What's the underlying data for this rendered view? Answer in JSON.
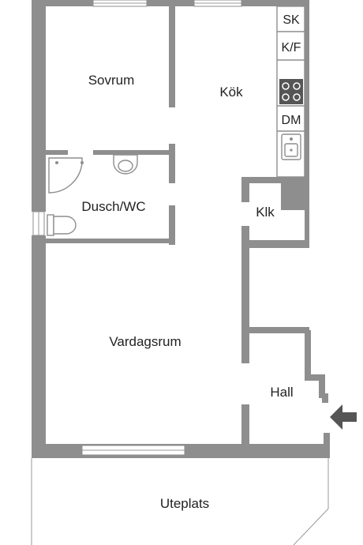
{
  "rooms": {
    "sovrum": "Sovrum",
    "kok": "Kök",
    "dusch_wc": "Dusch/WC",
    "klk": "Klk",
    "vardagsrum": "Vardagsrum",
    "hall": "Hall",
    "uteplats": "Uteplats"
  },
  "appliances": {
    "sk": "SK",
    "kf": "K/F",
    "dm": "DM"
  },
  "icons": {
    "entrance": "entrance-arrow-icon",
    "stove": "stove-icon",
    "sink": "sink-icon",
    "toilet": "toilet-icon",
    "washbasin": "washbasin-icon",
    "shower": "shower-icon"
  },
  "colors": {
    "wall": "#8e8e8e",
    "background": "#ffffff",
    "text": "#222222"
  }
}
